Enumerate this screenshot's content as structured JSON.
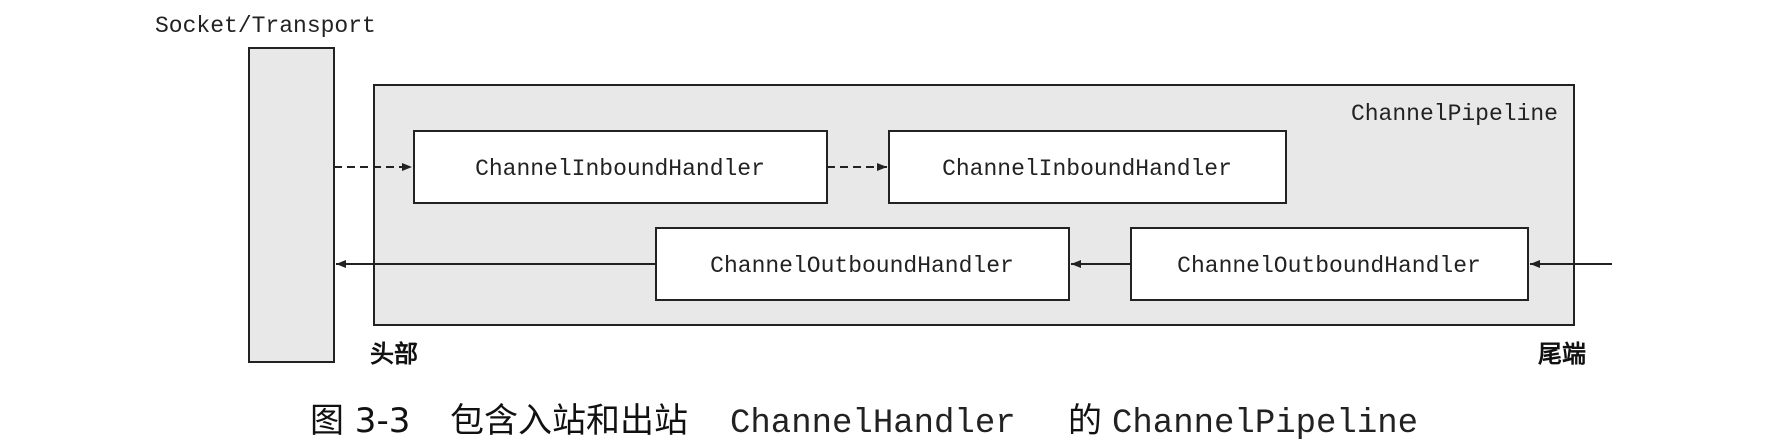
{
  "socket": {
    "label": "Socket/Transport"
  },
  "pipeline": {
    "label": "ChannelPipeline"
  },
  "inbound": [
    {
      "label": "ChannelInboundHandler"
    },
    {
      "label": "ChannelInboundHandler"
    }
  ],
  "outbound": [
    {
      "label": "ChannelOutboundHandler"
    },
    {
      "label": "ChannelOutboundHandler"
    }
  ],
  "ends": {
    "head": "头部",
    "tail": "尾端"
  },
  "caption": {
    "number": "图 3-3",
    "text_1": "包含入站和出站",
    "code_1": "ChannelHandler",
    "text_2": "的",
    "code_2": "ChannelPipeline"
  },
  "colors": {
    "fill": "#e8e8e8",
    "stroke": "#222222",
    "box": "#ffffff"
  }
}
